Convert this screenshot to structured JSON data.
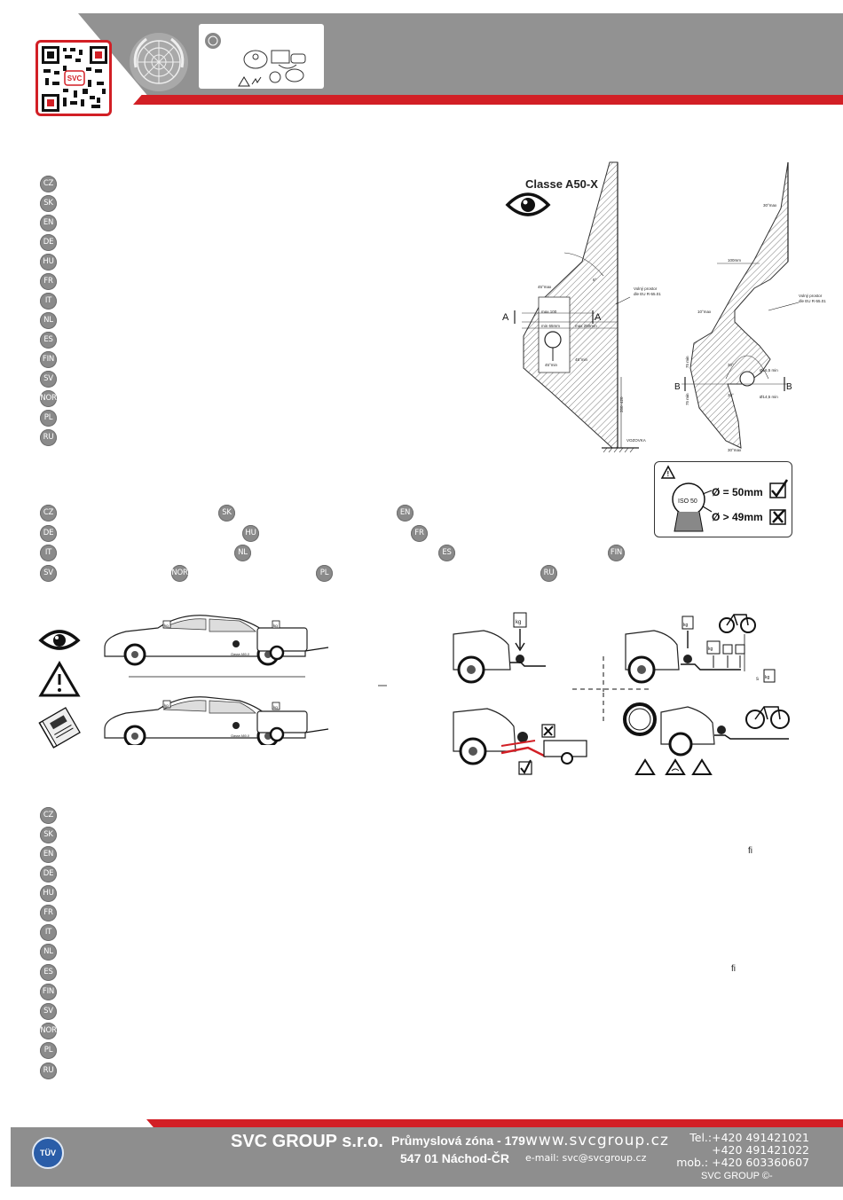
{
  "header": {
    "qr_label": "SVC"
  },
  "diagram_labels": {
    "classe": "Classe A50-X",
    "voly_prostor": "Volný prostor",
    "dle_eu": "dle EU R-55.01",
    "max100": "max.100",
    "min65": "min 65mm",
    "max250": "max 250mm",
    "angle45max": "45°max",
    "angle45min": "45°min",
    "angle30max": "30°max",
    "mm100": "100mm",
    "mm75a": "75 min",
    "mm75b": "75 min",
    "mm350_420": "350÷420",
    "vozovka": "VOZOVKA",
    "section_a": "A",
    "section_b": "B",
    "ten_max": "10°max",
    "r30": "30°",
    "d14": "Ø14,5 min",
    "d16": "Ø16,5 min",
    "f8": "8°"
  },
  "iso_box": {
    "iso": "ISO 50",
    "ok_value": "Ø = 50mm",
    "bad_value": "Ø > 49mm"
  },
  "car_labels": {
    "classe_small": "Classe A50-X",
    "kg": "kg"
  },
  "languages_a": [
    "CZ",
    "SK",
    "EN",
    "DE",
    "HU",
    "FR",
    "IT",
    "NL",
    "ES",
    "FIN",
    "SV",
    "NOR",
    "PL",
    "RU"
  ],
  "languages_b": [
    [
      "CZ",
      "SK",
      "EN"
    ],
    [
      "DE",
      "HU",
      "FR"
    ],
    [
      "IT",
      "NL",
      "ES",
      "FIN"
    ],
    [
      "SV",
      "NOR",
      "PL",
      "RU"
    ]
  ],
  "languages_c": [
    "CZ",
    "SK",
    "EN",
    "DE",
    "HU",
    "FR",
    "IT",
    "NL",
    "ES",
    "FIN",
    "SV",
    "NOR",
    "PL",
    "RU"
  ],
  "stray": {
    "fi1": "fi",
    "fi2": "fi",
    "s": "s"
  },
  "footer": {
    "company": "SVC GROUP s.r.o.",
    "street": "Průmyslová zóna - 179",
    "city": "547 01 Náchod-ČR",
    "web": "www.svcgroup.cz",
    "email": "e-mail: svc@svcgroup.cz",
    "tel1": "Tel.:+420 491421021",
    "tel2": "+420 491421022",
    "mob": "mob.: +420 603360607",
    "copyright": "SVC GROUP ©-",
    "tuv": "TÜV"
  },
  "colors": {
    "red": "#d21f25",
    "gray": "#8e8e8e"
  }
}
